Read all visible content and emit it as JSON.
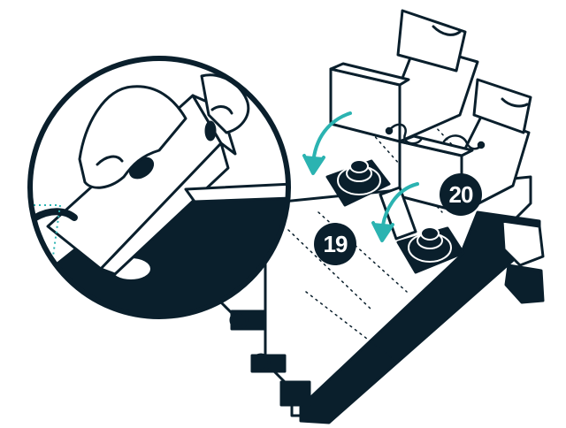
{
  "steps": [
    {
      "number": "19"
    },
    {
      "number": "20"
    }
  ],
  "colors": {
    "ink": "#0a1f2c",
    "arrow_accent": "#2bb3b1",
    "paper": "#ffffff"
  },
  "icons": [
    "curved-arrow-icon",
    "hand-illustration",
    "joystick-illustration"
  ]
}
